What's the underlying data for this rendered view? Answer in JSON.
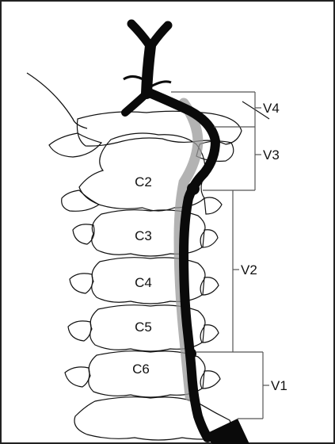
{
  "diagram": {
    "vertebrae": [
      "C2",
      "C3",
      "C4",
      "C5",
      "C6"
    ],
    "segments": [
      "V4",
      "V3",
      "V2",
      "V1"
    ],
    "colors": {
      "outline": "#111111",
      "artery": "#0a0a0a",
      "artery_shadow": "#9a9a9a",
      "bracket": "#555555"
    }
  }
}
